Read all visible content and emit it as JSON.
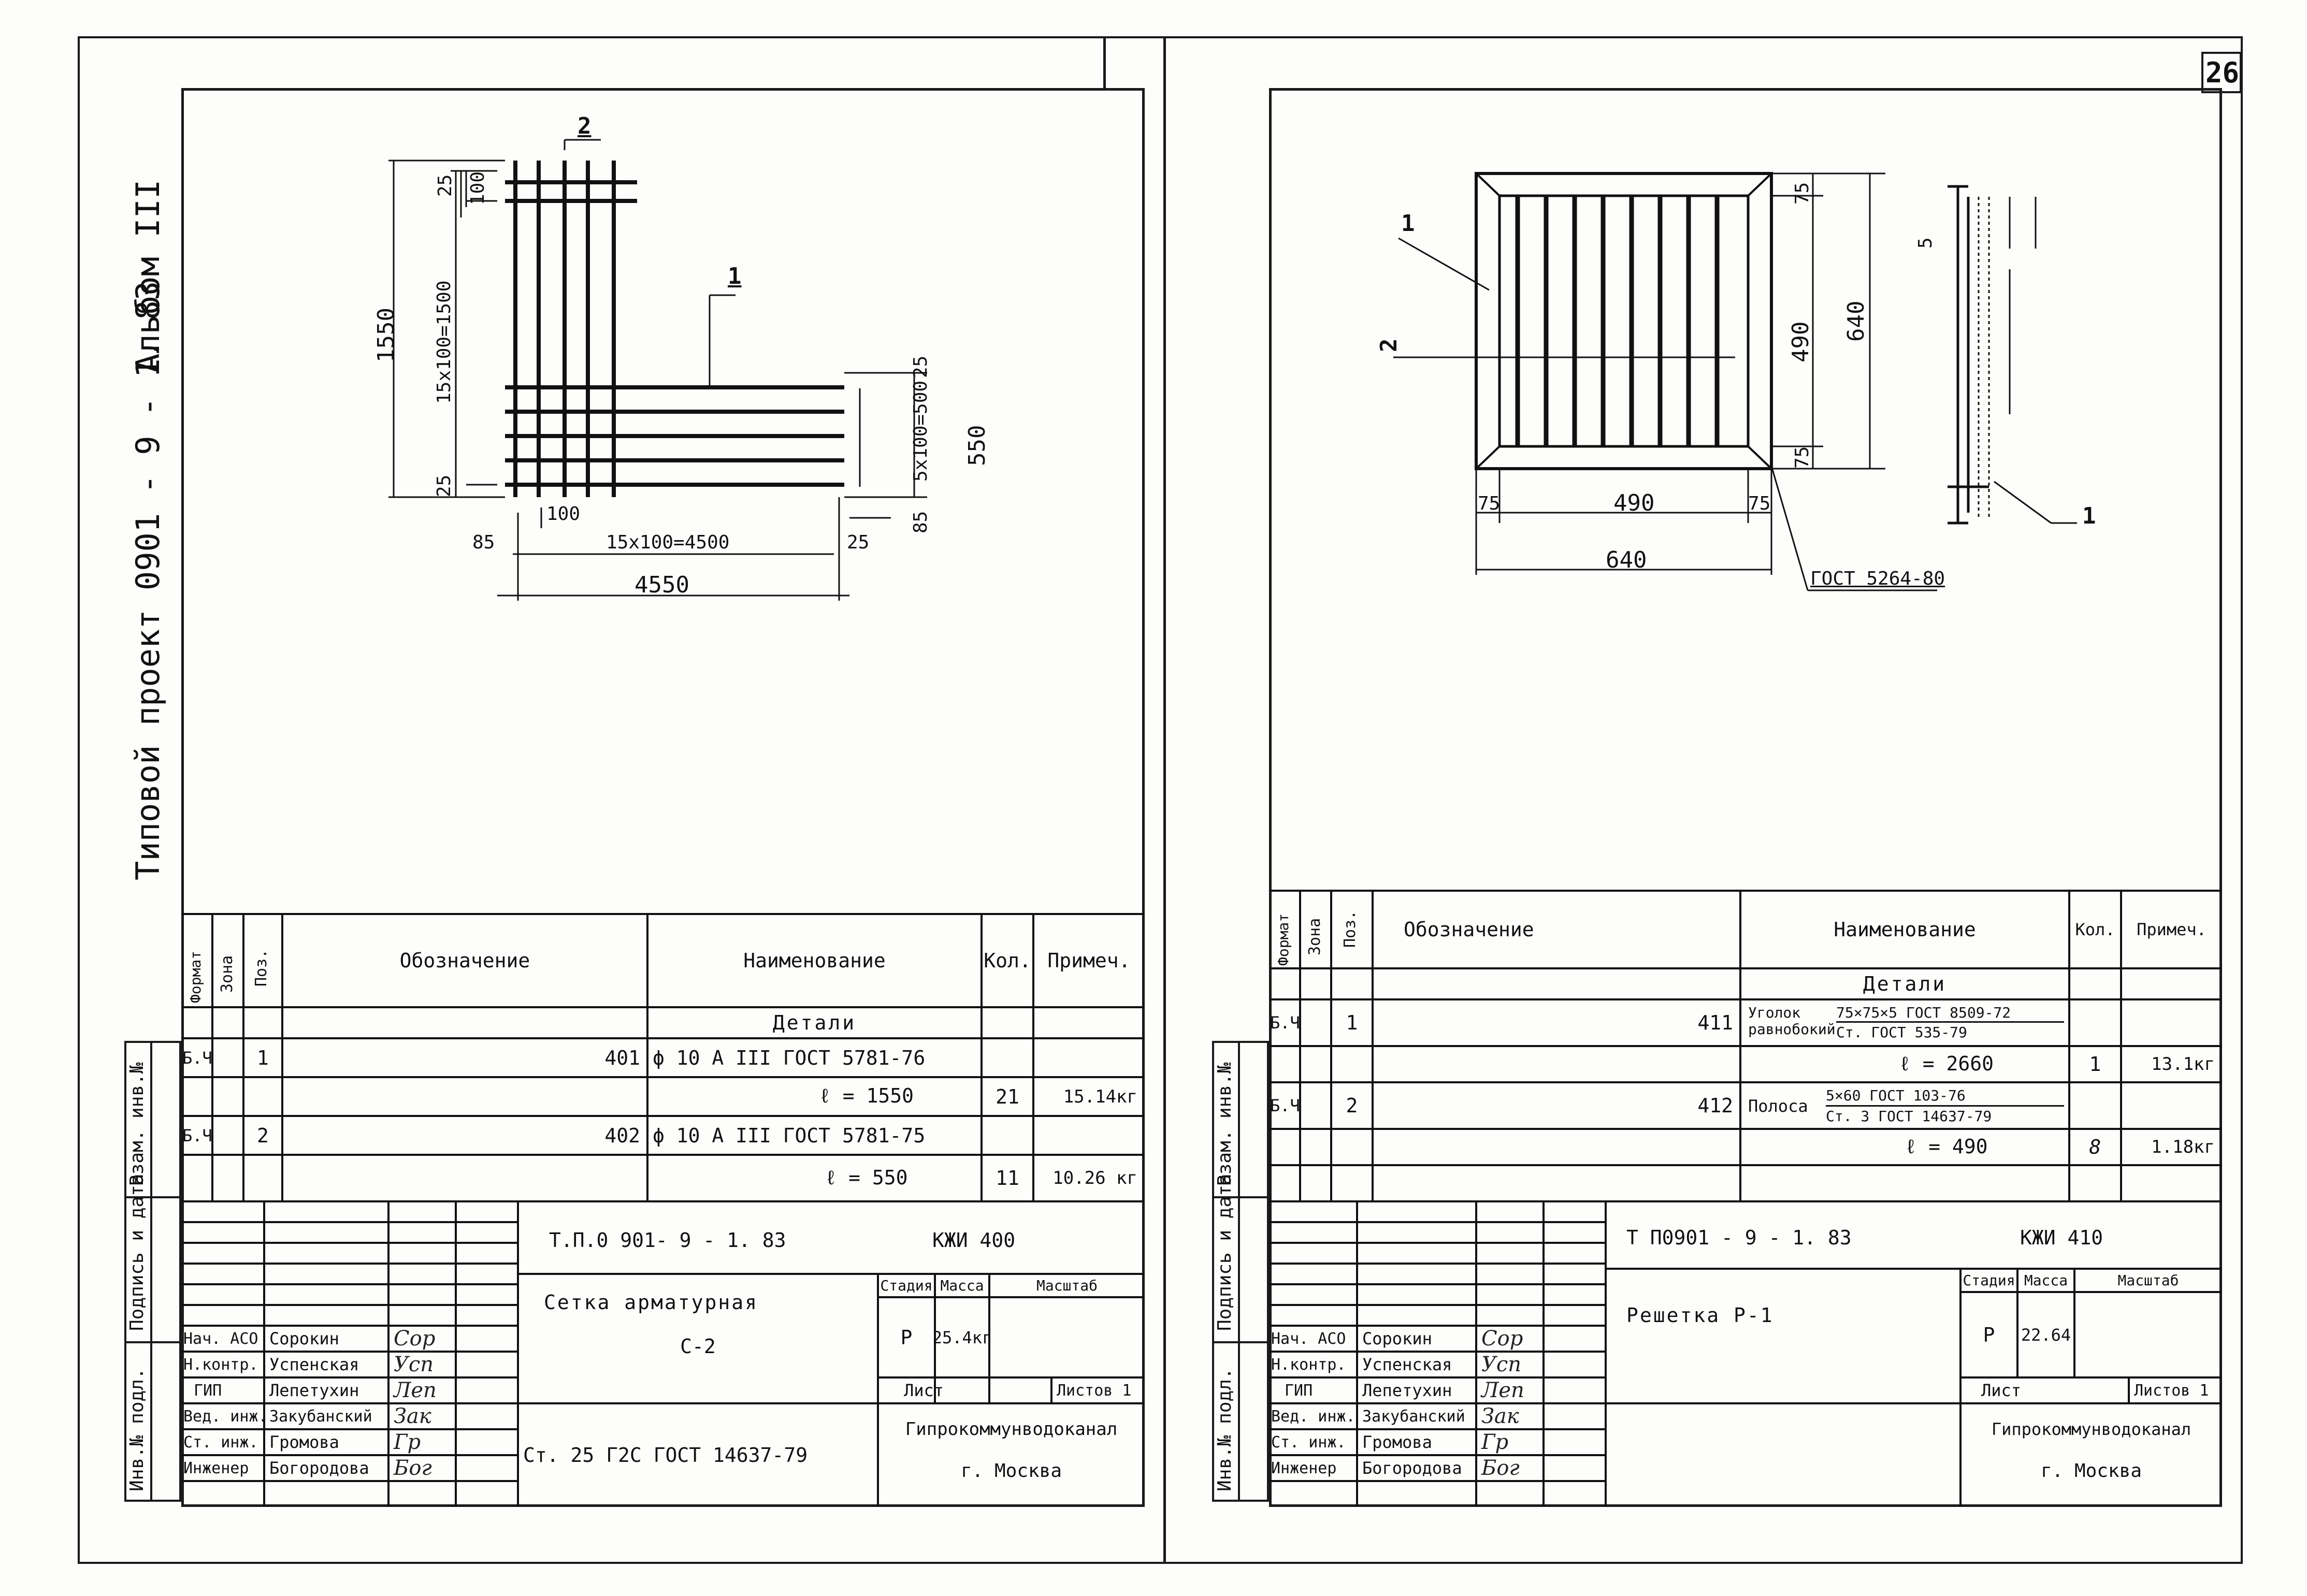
{
  "page_number": "26",
  "margin": {
    "album": "Альбом III",
    "project": "Типовой проект 0901 - 9 - 1. 83",
    "left_labels": {
      "inv_subst": "Взам. инв.№",
      "sign_date": "Подпись и дата",
      "inv_orig": "Инв.№ подл."
    }
  },
  "sheet1": {
    "dims": {
      "pos2": "2",
      "pos1": "1",
      "d25a": "25",
      "d100a": "100",
      "d1550": "1550",
      "d15x100v": "15x100=1500",
      "d25b": "25",
      "d85a": "85",
      "d100b": "100",
      "d15x100h": "15x100=4500",
      "d25c": "25",
      "d4550": "4550",
      "d25d": "25",
      "d5x100": "5x100=500",
      "d550": "550",
      "d85b": "85"
    },
    "spec": {
      "headers": [
        "Формат",
        "Зона",
        "Поз.",
        "Обозначение",
        "Наименование",
        "Кол.",
        "Примеч."
      ],
      "section": "Детали",
      "rows": [
        {
          "format": "Б.Ч",
          "zone": "",
          "pos": "1",
          "designation": "401",
          "name": "ϕ 10 А III    ГОСТ 5781-76",
          "qty": "",
          "note": ""
        },
        {
          "format": "",
          "zone": "",
          "pos": "",
          "designation": "",
          "name": "ℓ = 1550",
          "qty": "21",
          "note": "15.14кг"
        },
        {
          "format": "Б.Ч",
          "zone": "",
          "pos": "2",
          "designation": "402",
          "name": "ϕ 10 А III    ГОСТ 5781-75",
          "qty": "",
          "note": ""
        },
        {
          "format": "",
          "zone": "",
          "pos": "",
          "designation": "",
          "name": "ℓ = 550",
          "qty": "11",
          "note": "10.26 кг"
        }
      ]
    },
    "title": {
      "code": "Т.П.0 901- 9 - 1. 83",
      "mark": "КЖИ  400",
      "name1": "Сетка арматурная",
      "name2": "С-2",
      "stage_h": "Стадия",
      "mass_h": "Масса",
      "scale_h": "Масштаб",
      "stage": "Р",
      "mass": "25.4кг",
      "sheet_h": "Лист",
      "sheets_h": "Листов 1",
      "material": "Ст.  25 Г2С  ГОСТ 14637-79",
      "org1": "Гипрокоммунводоканал",
      "org2": "г. Москва",
      "people": [
        {
          "role": "Нач. АСО",
          "name": "Сорокин",
          "sig": "Сор"
        },
        {
          "role": "Н.контр.",
          "name": "Успенская",
          "sig": "Усп"
        },
        {
          "role": "ГИП",
          "name": "Лепетухин",
          "sig": "Леп"
        },
        {
          "role": "Вед. инж.",
          "name": "Закубанский",
          "sig": "Зак"
        },
        {
          "role": "Ст. инж.",
          "name": "Громова",
          "sig": "Гр"
        },
        {
          "role": "Инженер",
          "name": "Богородова",
          "sig": "Бог"
        }
      ]
    }
  },
  "sheet2": {
    "dims": {
      "pos1a": "1",
      "pos2": "2",
      "d75a": "75",
      "d490v": "490",
      "d640v": "640",
      "d75b": "75",
      "d75c": "75",
      "d490h": "490",
      "d75d": "75",
      "d640h": "640",
      "gost": "ГОСТ 5264-80",
      "pos5": "5",
      "pos1b": "1"
    },
    "spec": {
      "headers": [
        "Формат",
        "Зона",
        "Поз.",
        "Обозначение",
        "Наименование",
        "Кол.",
        "Примеч."
      ],
      "section": "Детали",
      "rows": [
        {
          "format": "Б.Ч",
          "zone": "",
          "pos": "1",
          "designation": "411",
          "name_a": "Уголок",
          "name_b": "равнобокий",
          "frac_top": "75×75×5 ГОСТ 8509-72",
          "frac_bot": "Ст.   ГОСТ 535-79",
          "qty": "",
          "note": ""
        },
        {
          "format": "",
          "zone": "",
          "pos": "",
          "designation": "",
          "name": "ℓ = 2660",
          "qty": "1",
          "note": "13.1кг"
        },
        {
          "format": "Б.Ч",
          "zone": "",
          "pos": "2",
          "designation": "412",
          "name_a": "Полоса",
          "name_b": "",
          "frac_top": "5×60  ГОСТ 103-76",
          "frac_bot": "Ст. 3 ГОСТ 14637-79",
          "qty": "",
          "note": ""
        },
        {
          "format": "",
          "zone": "",
          "pos": "",
          "designation": "",
          "name": "ℓ = 490",
          "qty": "8",
          "note": "1.18кг"
        }
      ]
    },
    "title": {
      "code": "Т П0901 - 9 - 1. 83",
      "mark": "КЖИ  410",
      "name1": "Решетка  Р-1",
      "stage_h": "Стадия",
      "mass_h": "Масса",
      "scale_h": "Масштаб",
      "stage": "Р",
      "mass": "22.64",
      "sheet_h": "Лист",
      "sheets_h": "Листов 1",
      "org1": "Гипрокоммунводоканал",
      "org2": "г. Москва",
      "people": [
        {
          "role": "Нач. АСО",
          "name": "Сорокин",
          "sig": "Сор"
        },
        {
          "role": "Н.контр.",
          "name": "Успенская",
          "sig": "Усп"
        },
        {
          "role": "ГИП",
          "name": "Лепетухин",
          "sig": "Леп"
        },
        {
          "role": "Вед. инж.",
          "name": "Закубанский",
          "sig": "Зак"
        },
        {
          "role": "Ст. инж.",
          "name": "Громова",
          "sig": "Гр"
        },
        {
          "role": "Инженер",
          "name": "Богородова",
          "sig": "Бог"
        }
      ]
    }
  }
}
